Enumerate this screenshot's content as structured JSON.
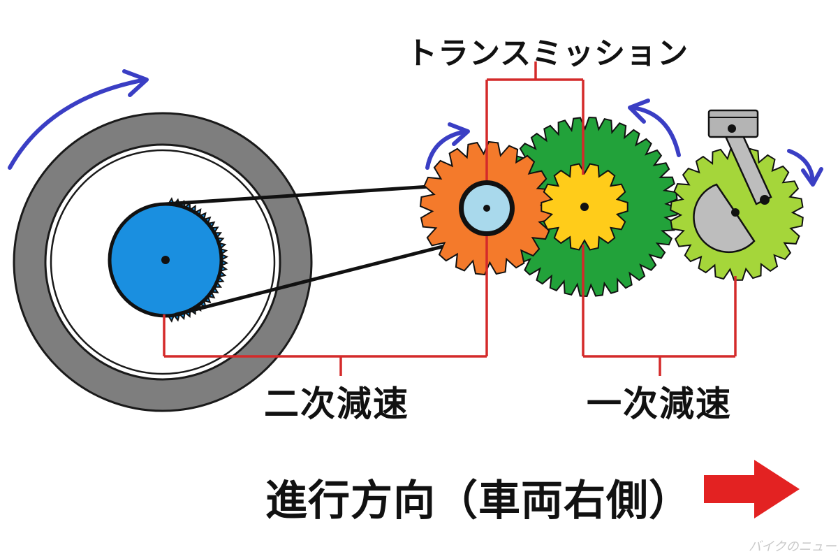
{
  "labels": {
    "transmission": "トランスミッション",
    "secondary_reduction": "二次減速",
    "primary_reduction": "一次減速",
    "direction": "進行方向（車両右側）"
  },
  "watermark": "バイクのニュース",
  "colors": {
    "bracket_line": "#d42a2a",
    "rotation_arrow": "#3a3ec4",
    "direction_arrow": "#e32222",
    "tire": "#7e7e7e",
    "rear_sprocket": "#1a8fe0",
    "countershaft_gear": "#f47a2b",
    "drive_sprocket_hub": "#a9d9ec",
    "clutch_gear": "#22a23a",
    "primary_drive_gear": "#ffcc1a",
    "crank_gear": "#a5d63a",
    "piston": "#b4b4b4"
  },
  "icons": {
    "rotation": "curved-arrow-icon",
    "direction": "right-arrow-icon"
  }
}
